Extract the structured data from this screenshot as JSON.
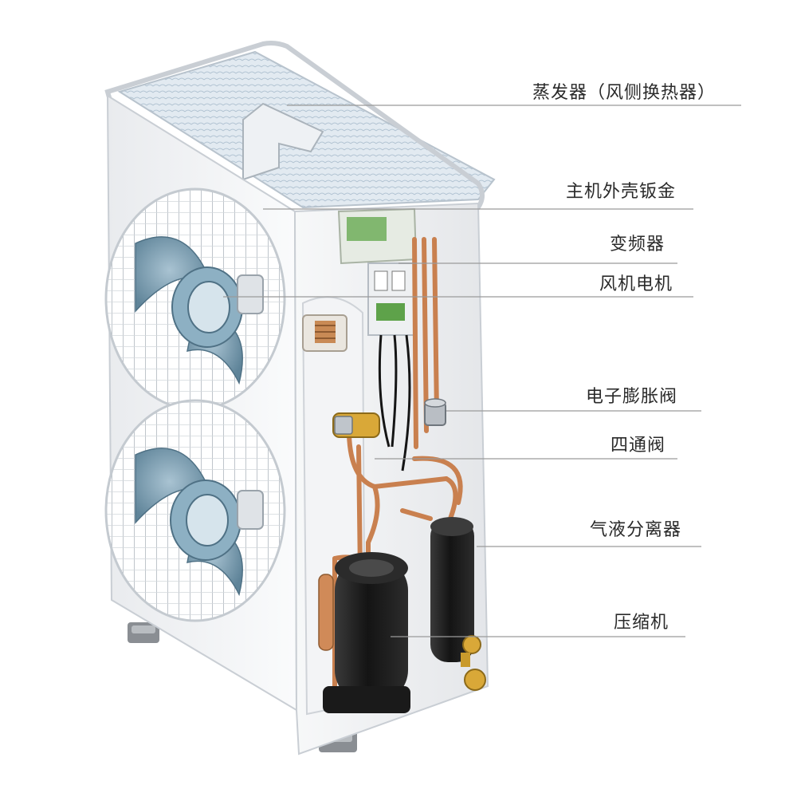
{
  "diagram": {
    "labels": [
      {
        "id": "evaporator",
        "text": "蒸发器（风侧换热器）"
      },
      {
        "id": "housing",
        "text": "主机外壳钣金"
      },
      {
        "id": "inverter",
        "text": "变频器"
      },
      {
        "id": "fan-motor",
        "text": "风机电机"
      },
      {
        "id": "expansion-valve",
        "text": "电子膨胀阀"
      },
      {
        "id": "four-way-valve",
        "text": "四通阀"
      },
      {
        "id": "separator",
        "text": "气液分离器"
      },
      {
        "id": "compressor",
        "text": "压缩机"
      }
    ]
  },
  "colors": {
    "casing": "#f4f5f7",
    "fan_blade": "#7fa3b8",
    "copper": "#c9804f",
    "compressor": "#1e1e1e",
    "brass": "#d9a838",
    "pcb": "#6fae5a",
    "callout_line": "#9a9a9a"
  }
}
